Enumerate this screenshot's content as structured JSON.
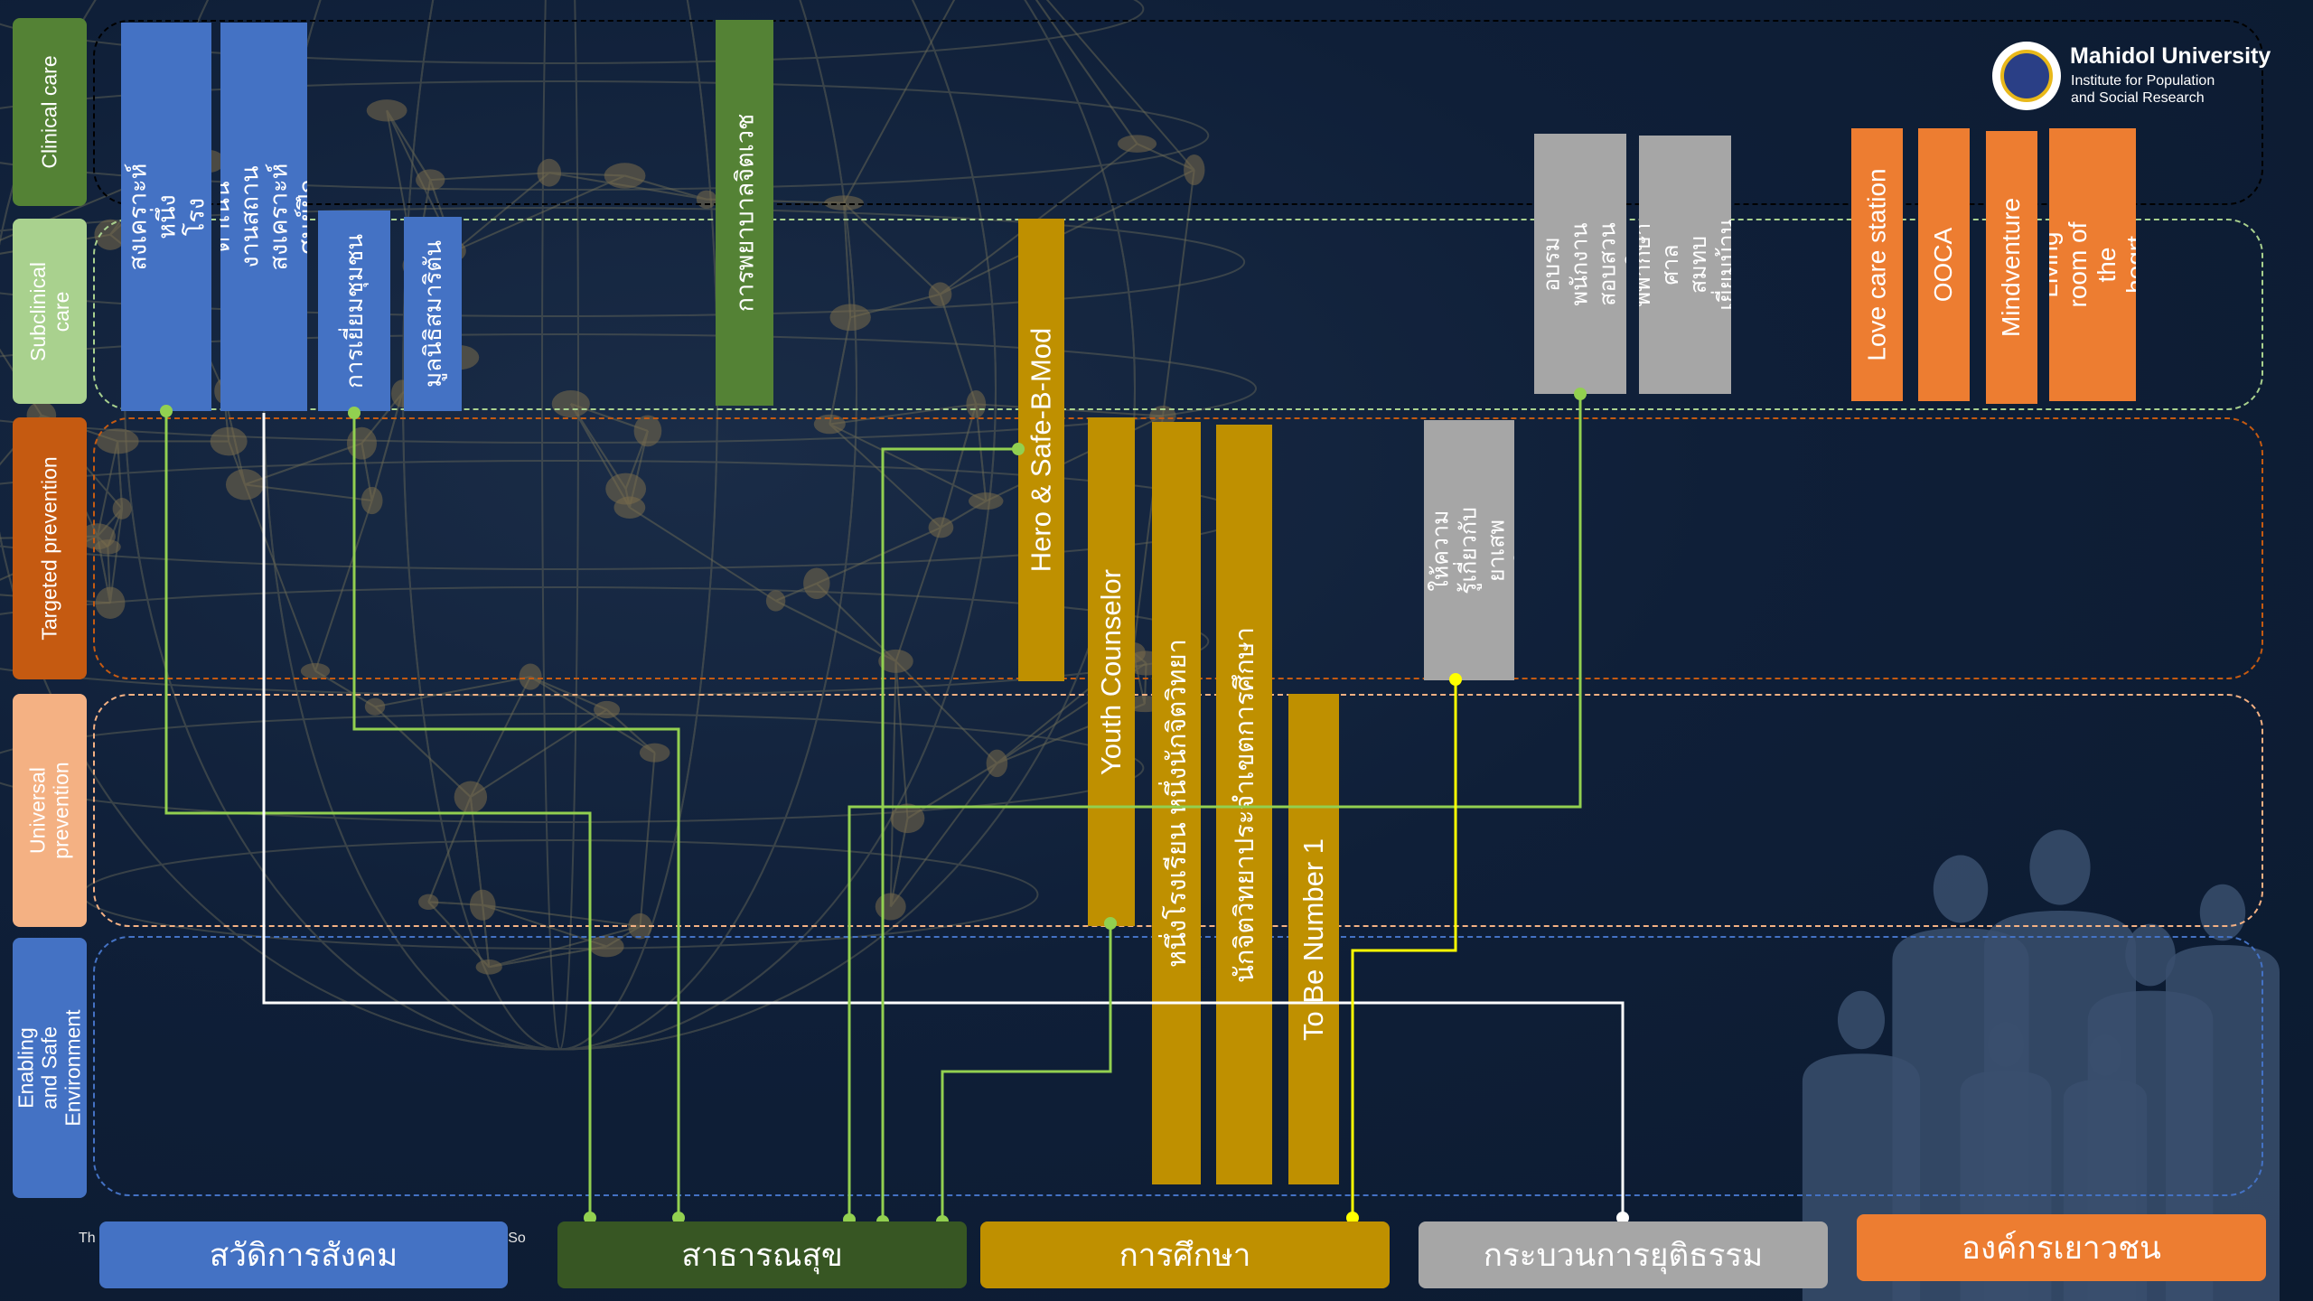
{
  "logo": {
    "title": "Mahidol University",
    "subtitle": "Institute for Population\nand Social Research"
  },
  "footer": {
    "text_left": "Th",
    "text_right": "nd So"
  },
  "colors": {
    "background": "#0e1d33",
    "social": "#4472c4",
    "health": "#548235",
    "health_sector": "#375623",
    "education": "#bf9000",
    "justice": "#a6a6a6",
    "youth": "#ed7d31",
    "line_green": "#92d050",
    "line_white": "#ffffff",
    "line_yellow": "#ffff00"
  },
  "levels": [
    {
      "id": "clinical",
      "label": "Clinical care",
      "color": "#548235"
    },
    {
      "id": "subclinical",
      "label": "Subclinical\ncare",
      "color": "#a9d18e"
    },
    {
      "id": "targeted",
      "label": "Targeted prevention",
      "color": "#c55a11"
    },
    {
      "id": "universal",
      "label": "Universal\nprevention",
      "color": "#f4b183"
    },
    {
      "id": "enabling",
      "label": "Enabling and Safe\nEnvironment",
      "color": "#4472c4"
    }
  ],
  "sectors": [
    {
      "id": "social",
      "label": "สวัดิการสังคม",
      "color": "#4472c4"
    },
    {
      "id": "health",
      "label": "สาธารณสุข",
      "color": "#375623"
    },
    {
      "id": "education",
      "label": "การศึกษา",
      "color": "#bf9000"
    },
    {
      "id": "justice",
      "label": "กระบวนการยุติธรรม",
      "color": "#a6a6a6"
    },
    {
      "id": "youth",
      "label": "องค์กรเยาวชน",
      "color": "#ed7d31"
    }
  ],
  "programs": [
    {
      "id": "p1",
      "label": "หนึ่งสถานสงเคราะห์ หนึ่ง\nโรงพยาบาล",
      "color": "#4472c4"
    },
    {
      "id": "p2",
      "label": "การดำเนินงานสถานสงเคราะห์\nศูนย์ฝึกและอบรม",
      "color": "#4472c4"
    },
    {
      "id": "p3",
      "label": "การเยี่ยมชุมชน",
      "color": "#4472c4"
    },
    {
      "id": "p4",
      "label": "มูลนิธิสมาริตัน",
      "color": "#4472c4"
    },
    {
      "id": "p5",
      "label": "การพยาบาลจิตเวช",
      "color": "#548235"
    },
    {
      "id": "p6",
      "label": "Hero & Safe-B-Mod",
      "color": "#bf9000"
    },
    {
      "id": "p7",
      "label": "Youth Counselor",
      "color": "#bf9000"
    },
    {
      "id": "p8",
      "label": "หนึ่งโรงเรียน หนึ่งนักจิตวิทยา",
      "color": "#bf9000"
    },
    {
      "id": "p9",
      "label": "นักจิตวิทยาประจำเขตการศึกษา",
      "color": "#bf9000"
    },
    {
      "id": "p10",
      "label": "To Be Number 1",
      "color": "#bf9000"
    },
    {
      "id": "p11",
      "label": "วิทยากรให้ความรู้เกี่ยวกับ\nยาเสพติด",
      "color": "#a6a6a6"
    },
    {
      "id": "p12",
      "label": "โครงการอบรมพนักงาน\nสอบสวนหญิง",
      "color": "#a6a6a6"
    },
    {
      "id": "p13",
      "label": "ผู้พิพากษาศาลสมทบ\nเยี่ยมบ้านผู้พินิจ",
      "color": "#a6a6a6"
    },
    {
      "id": "p14",
      "label": "Love care station",
      "color": "#ed7d31"
    },
    {
      "id": "p15",
      "label": "OOCA",
      "color": "#ed7d31"
    },
    {
      "id": "p16",
      "label": "Mindventure",
      "color": "#ed7d31"
    },
    {
      "id": "p17",
      "label": "Living room of the\nheqrt",
      "color": "#ed7d31"
    }
  ]
}
